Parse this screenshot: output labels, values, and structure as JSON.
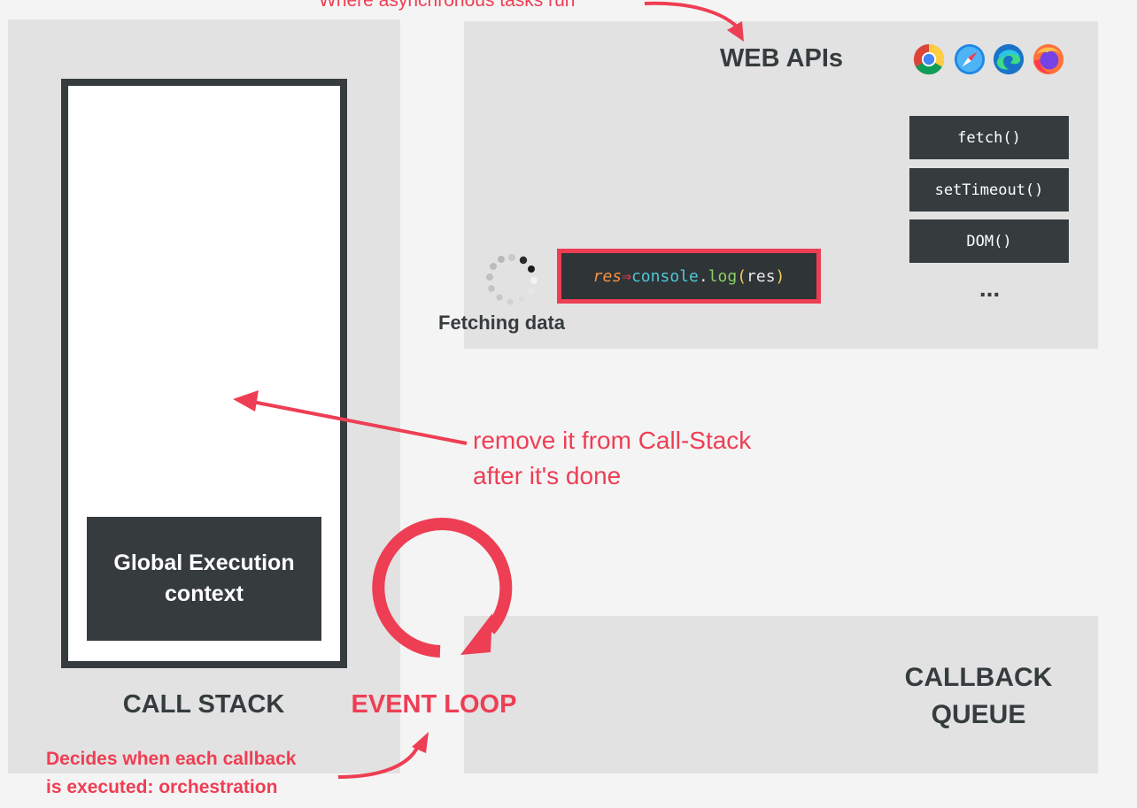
{
  "top_note": "Where asynchronous tasks run",
  "web_apis": {
    "title": "WEB APIs",
    "browsers": [
      "chrome-icon",
      "safari-icon",
      "edge-icon",
      "firefox-icon"
    ],
    "apis": [
      "fetch()",
      "setTimeout()",
      "DOM()"
    ],
    "more": "..."
  },
  "callback": {
    "param": "res",
    "arrow": "⇒",
    "object": "console",
    "dot": ".",
    "method": "log",
    "open": "(",
    "arg": "res",
    "close": ")"
  },
  "fetching_label": "Fetching data",
  "call_stack": {
    "label": "CALL STACK",
    "frame": "Global Execution\ncontext"
  },
  "remove_note": "remove it from Call-Stack\nafter it's done",
  "event_loop": {
    "label": "EVENT LOOP",
    "note_part1": "Decides when each callback",
    "note_part2": "is executed: orchestration"
  },
  "callback_queue": {
    "label": "CALLBACK\nQUEUE"
  },
  "colors": {
    "accent_red": "#ee3e54",
    "dark_box": "#363c3e",
    "panel": "#e2e2e2",
    "background": "#f4f4f4"
  }
}
